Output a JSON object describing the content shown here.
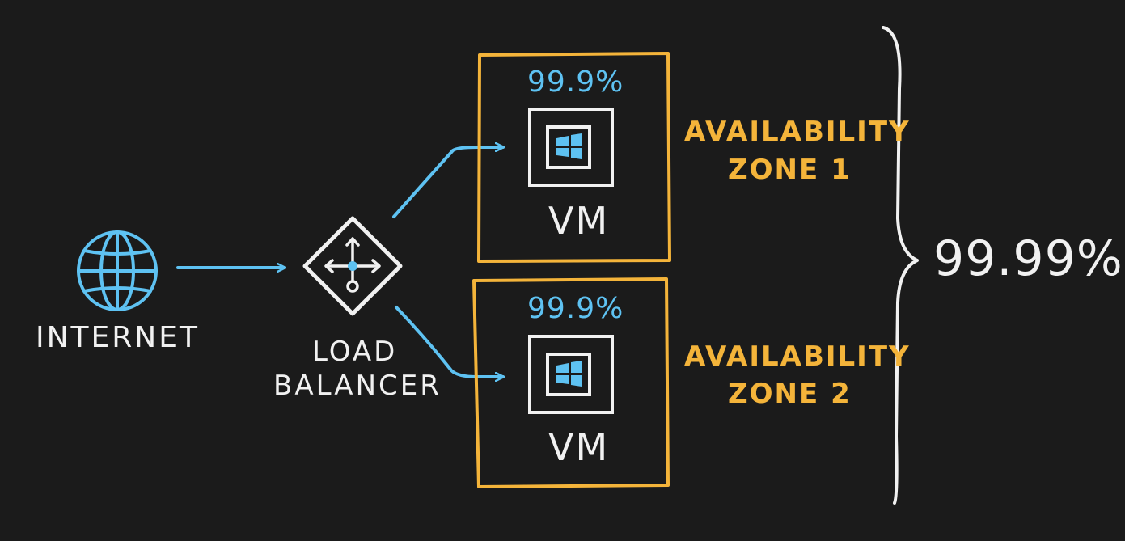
{
  "nodes": {
    "internet": {
      "label": "INTERNET"
    },
    "load_balancer": {
      "label_line1": "LOAD",
      "label_line2": "BALANCER"
    }
  },
  "zones": [
    {
      "availability": "99.9%",
      "vm_label": "VM",
      "zone_line1": "AVAILABILITY",
      "zone_line2": "ZONE 1"
    },
    {
      "availability": "99.9%",
      "vm_label": "VM",
      "zone_line1": "AVAILABILITY",
      "zone_line2": "ZONE 2"
    }
  ],
  "combined_availability": "99.99%",
  "colors": {
    "background": "#1b1b1b",
    "primary_text": "#f1f1f1",
    "accent_blue": "#5ec2f2",
    "zone_border": "#f4b43a"
  },
  "icons": {
    "internet": "globe-icon",
    "load_balancer": "load-balancer-icon",
    "vm": "windows-vm-icon"
  }
}
